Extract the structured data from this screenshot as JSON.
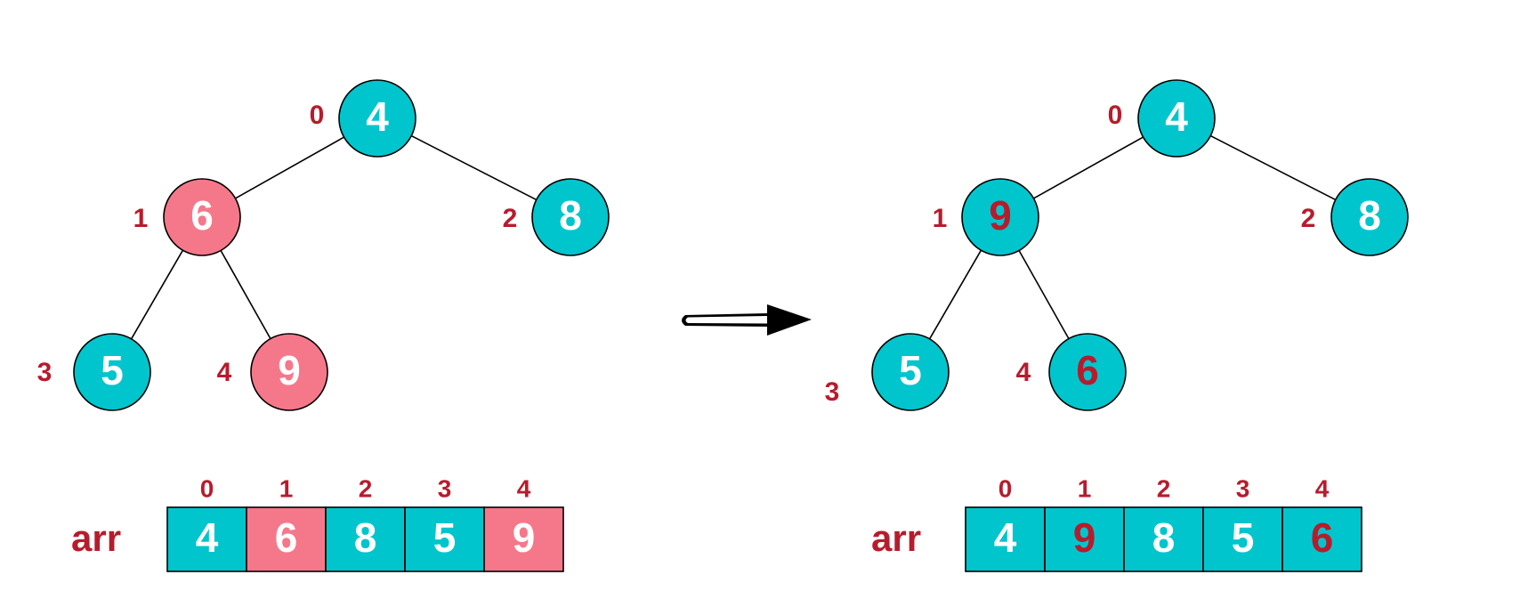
{
  "colors": {
    "teal": "#00c5cd",
    "pink": "#f5788a",
    "index_red": "#b71c2c",
    "white": "#ffffff",
    "black": "#000000"
  },
  "before": {
    "nodes": [
      {
        "index_label": "0",
        "value": "4",
        "fill": "teal",
        "text": "white"
      },
      {
        "index_label": "1",
        "value": "6",
        "fill": "pink",
        "text": "white"
      },
      {
        "index_label": "2",
        "value": "8",
        "fill": "teal",
        "text": "white"
      },
      {
        "index_label": "3",
        "value": "5",
        "fill": "teal",
        "text": "white"
      },
      {
        "index_label": "4",
        "value": "9",
        "fill": "pink",
        "text": "white"
      }
    ],
    "array": {
      "label": "arr",
      "indices": [
        "0",
        "1",
        "2",
        "3",
        "4"
      ],
      "cells": [
        {
          "value": "4",
          "fill": "teal",
          "text": "white"
        },
        {
          "value": "6",
          "fill": "pink",
          "text": "white"
        },
        {
          "value": "8",
          "fill": "teal",
          "text": "white"
        },
        {
          "value": "5",
          "fill": "teal",
          "text": "white"
        },
        {
          "value": "9",
          "fill": "pink",
          "text": "white"
        }
      ]
    }
  },
  "after": {
    "nodes": [
      {
        "index_label": "0",
        "value": "4",
        "fill": "teal",
        "text": "white"
      },
      {
        "index_label": "1",
        "value": "9",
        "fill": "teal",
        "text": "index_red"
      },
      {
        "index_label": "2",
        "value": "8",
        "fill": "teal",
        "text": "white"
      },
      {
        "index_label": "3",
        "value": "5",
        "fill": "teal",
        "text": "white"
      },
      {
        "index_label": "4",
        "value": "6",
        "fill": "teal",
        "text": "index_red"
      }
    ],
    "array": {
      "label": "arr",
      "indices": [
        "0",
        "1",
        "2",
        "3",
        "4"
      ],
      "cells": [
        {
          "value": "4",
          "fill": "teal",
          "text": "white"
        },
        {
          "value": "9",
          "fill": "teal",
          "text": "index_red"
        },
        {
          "value": "8",
          "fill": "teal",
          "text": "white"
        },
        {
          "value": "5",
          "fill": "teal",
          "text": "white"
        },
        {
          "value": "6",
          "fill": "teal",
          "text": "index_red"
        }
      ]
    }
  },
  "edges": [
    [
      0,
      1
    ],
    [
      0,
      2
    ],
    [
      1,
      3
    ],
    [
      1,
      4
    ]
  ],
  "transition_arrow": "right-arrow-icon"
}
